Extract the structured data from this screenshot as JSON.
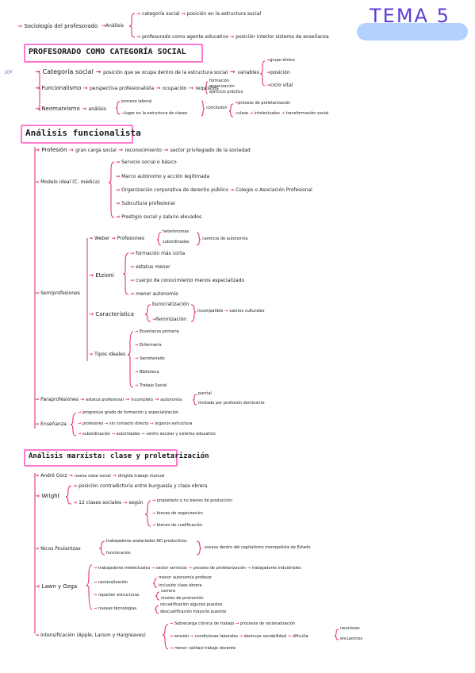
{
  "header": {
    "title": "TEMA 5"
  },
  "margin_mark": "10º",
  "top": {
    "root": "Sociología del profesorado",
    "node": "Análisis",
    "b1": "categoría social",
    "b1_out": "posición en la estructura social",
    "b2": "profesorado como agente educativo",
    "b2_out": "posición interior sistema de enseñanza"
  },
  "sec1": {
    "title": "PROFESORADO COMO CATEGORÍA SOCIAL",
    "cat": "Categoría social",
    "cat_a": "posición que se ocupa dentro de la estructura social",
    "cat_b": "variables",
    "var1": "grupo étnico",
    "var2": "posición",
    "var3": "ciclo vital",
    "func": "Funcionalismo",
    "func_a": "perspectiva profesionalista",
    "func_b": "ocupación",
    "func_c": "requisitos",
    "req1": "formación",
    "req2": "organización",
    "req3": "ejercicio práctico",
    "neo": "Neomarxismo",
    "neo_a": "análisis",
    "neo_b1": "proceso laboral",
    "neo_b2": "lugar en la estructura de clases",
    "conc": "conclusión",
    "conc1": "proceso de proletarización",
    "conc2": "clase",
    "conc2b": "intelectuales",
    "conc2c": "transformación social"
  },
  "sec2": {
    "title": "Análisis funcionalista",
    "prof": "Profesión",
    "prof_a": "gran carga social",
    "prof_b": "reconocimiento",
    "prof_c": "sector privilegiado de la sociedad",
    "modelo": "Modelo ideal (C. médica)",
    "m1": "Servicio social o básico",
    "m2": "Marco autónomo y acción legitimada",
    "m3": "Organización corporativa de derecho público",
    "m3b": "Colegio o Asociación Profesional",
    "m4": "Subcultura profesional",
    "m5": "Prestigio social y salario elevados",
    "semi": "Semiprofesiones",
    "weber": "Weber",
    "weber_a": "Profesiones",
    "weber_b1": "heterónomas",
    "weber_b2": "subordinadas",
    "weber_c": "carencia de autonomía",
    "etzioni": "Etzioni",
    "e1": "formación más corta",
    "e2": "estatus menor",
    "e3": "cuerpo de conocimiento menos especializado",
    "e4": "menor autonomía",
    "car": "Característica",
    "car1": "burocratización",
    "car2": "feminización",
    "car_out": "incompatible",
    "car_out2": "valores culturales",
    "tipos": "Tipos ideales",
    "t1": "Enseñanza primaria",
    "t2": "Enfermería",
    "t3": "Secretariado",
    "t4": "Biblioteca",
    "t5": "Trabajo Social",
    "para": "Paraprofesiones",
    "para_a": "estatus profesional",
    "para_b": "incompleto",
    "para_c": "autonomía",
    "para_d1": "parcial",
    "para_d2": "limitada por profesión dominante",
    "ens": "Enseñanza",
    "ens1": "progresivo grado de formación y especialización",
    "ens2": "profesores",
    "ens2b": "sin contacto directo",
    "ens2c": "órganos estructura",
    "ens3": "subordinación",
    "ens3b": "autoridades",
    "ens3c": "centro escolar y sistema educativo"
  },
  "sec3": {
    "title": "Análisis marxista: clase y proletarización",
    "gorz": "André Gorz",
    "gorz_a": "nueva clase social",
    "gorz_b": "dirigida trabajo manual",
    "wright": "Wright",
    "w1": "posición contradictoria entre burguesía y clase obrera",
    "w2": "12 clases sociales",
    "w2b": "según",
    "w2c": "propietario o no bienes de producción",
    "w2d": "bienes de organización",
    "w2e": "bienes de cualificación",
    "nicos": "Nicos Poulantzas",
    "n1": "trabajadores asalariados NO productivos",
    "n2": "funcionarios",
    "n_out": "escasa dentro del capitalismo monopolista de Estado",
    "lawn": "Lawn y Ozga",
    "l1": "trabajadores intelectuales",
    "l1b": "sector servicios",
    "l1c": "proceso de proletarización",
    "l1d": "trabajadores industriales",
    "l2": "racionalización",
    "l2a": "menor autonomía profesor",
    "l2b": "inclusión clase obrera",
    "l3": "reparten estructuras",
    "l3a": "carrera",
    "l3b": "niveles de promoción",
    "l4": "nuevas tecnologías",
    "l4a": "recualificación algunos puestos",
    "l4b": "descualificación mayoría puestos",
    "int": "Intensificación (Apple, Larson y Hargreaves)",
    "i1": "Sobrecarga crónica de trabajo",
    "i1b": "procesos de racionalización",
    "i2": "erosión",
    "i2b": "condiciones laborales",
    "i2c": "destruye sociabilidad",
    "i2d": "dificulta",
    "i2e1": "reuniones",
    "i2e2": "encuentros",
    "i3": "menor calidad trabajo docente"
  }
}
